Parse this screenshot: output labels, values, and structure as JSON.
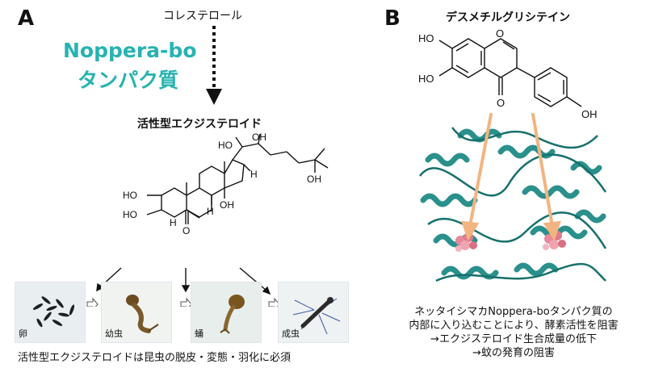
{
  "panel_a": {
    "letter": "A",
    "cholesterol": "コレステロール",
    "protein_line1": "Noppera-bo",
    "protein_line2": "タンパク質",
    "ecdysteroid_title": "活性型エクジステロイド",
    "molecule_labels": {
      "ho_2": "HO",
      "ho_3": "HO",
      "h_5": "H",
      "h_9": "H",
      "oh_14": "OH",
      "h_17": "H",
      "ho_20": "HO",
      "oh_22": "OH",
      "oh_25": "OH",
      "o_6": "O"
    },
    "stages": [
      {
        "label": "卵",
        "image": "eggs"
      },
      {
        "label": "幼虫",
        "image": "larva"
      },
      {
        "label": "蛹",
        "image": "pupa"
      },
      {
        "label": "成虫",
        "image": "adult mosquito"
      }
    ],
    "caption": "活性型エクジステロイドは昆虫の脱皮・変態・羽化に必須"
  },
  "panel_b": {
    "letter": "B",
    "compound_title": "デスメチルグリシテイン",
    "molecule_labels": {
      "ho_top": "HO",
      "ho_bottom": "HO",
      "o_ring": "O",
      "o_keto": "O",
      "oh_phenyl": "OH"
    },
    "caption_lines": [
      "ネッタイシマカNoppera-boタンパク質の",
      "内部に入り込むことにより、酵素活性を阻害",
      "→エクジステロイド生合成量の低下",
      "→蚊の発育の阻害"
    ],
    "colors": {
      "protein": "#1f8b86",
      "ligand": "#e58a9a",
      "arrow": "#f3b481",
      "title_teal": "#26b3b1"
    }
  }
}
